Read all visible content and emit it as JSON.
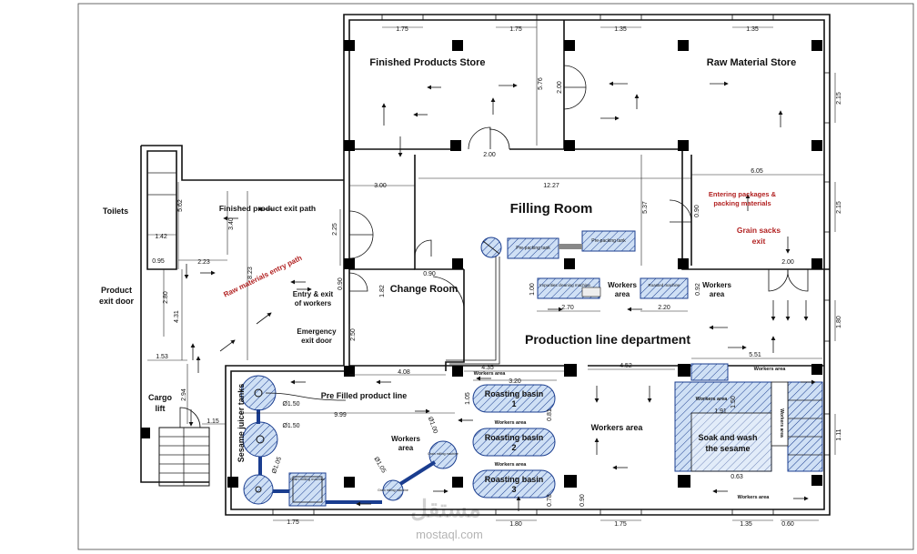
{
  "rooms": {
    "finished_store": "Finished Products Store",
    "raw_store": "Raw Material Store",
    "filling_room": "Filling Room",
    "change_room": "Change Room",
    "production": "Production line department",
    "toilets": "Toilets",
    "product_exit_door": [
      "Product",
      "exit door"
    ],
    "cargo_lift": [
      "Cargo",
      "lift"
    ],
    "sesame_tanks": "Sesame juicer tanks",
    "soak_wash": [
      "Soak and wash",
      "the sesame"
    ]
  },
  "paths": {
    "finished_exit": "Finished product exit path",
    "raw_entry": "Raw materials entry path",
    "entering_packages": [
      "Entering packages &",
      "packing materials"
    ],
    "grain_exit": [
      "Grain sacks",
      "exit"
    ],
    "entry_exit_workers": [
      "Entry & exit",
      "of workers"
    ],
    "emergency_exit": [
      "Emergency",
      "exit door"
    ],
    "prefilled_line": "Pre Filled product line"
  },
  "areas": {
    "workers_area": [
      "Workers",
      "area"
    ],
    "workers_area_small": "Workers area",
    "roasting": [
      "Roasting basin",
      "1",
      "Roasting basin",
      "2",
      "Roasting basin",
      "3"
    ],
    "impurities": "Impurities cleaning machine",
    "roasted": "Roasted machine",
    "pre_packing": "Pre-packing tank",
    "pre_packing_b": "Pre-packing tank",
    "grain_milling": "Grain milling machine",
    "grain_milling_b": "Grain milling machine",
    "grain_b": "Grain milling machine"
  },
  "dims": {
    "d175a": "1.75",
    "d175b": "1.75",
    "d135a": "1.35",
    "d135b": "1.35",
    "d576": "5.76",
    "d200a": "2.00",
    "d200b": "2.00",
    "d215a": "2.15",
    "d215b": "2.15",
    "d1227": "12.27",
    "d605": "6.05",
    "d300": "3.00",
    "d537": "5.37",
    "d090a": "0.90",
    "d225": "2.25",
    "d142": "1.42",
    "d562": "5.62",
    "d095": "0.95",
    "d223": "2.23",
    "d340": "3.40",
    "d823": "8.23",
    "d090b": "0.90",
    "d090c": "0.90",
    "d182": "1.82",
    "d200c": "2.00",
    "d100": "1.00",
    "d270": "2.70",
    "d092": "0.92",
    "d220": "2.20",
    "d180a": "1.80",
    "d280": "2.80",
    "d431": "4.31",
    "d153": "1.53",
    "d250": "2.50",
    "d551": "5.51",
    "d435": "4.35",
    "d408": "4.08",
    "d320": "3.20",
    "d452": "4.52",
    "d294": "2.94",
    "d115": "1.15",
    "d999": "9.99",
    "d105a": "1.05",
    "d150a": "Ø1.50",
    "d150b": "Ø1.50",
    "d105b": "Ø1.05",
    "d105c": "Ø1.05",
    "d100b": "Ø1.00",
    "d081": "0.81",
    "d191": "1.91",
    "d150c": "1.50",
    "d111": "1.11",
    "d063": "0.63",
    "d078": "0.78",
    "d090d": "0.90",
    "d175c": "1.75",
    "d180b": "1.80",
    "d175d": "1.75",
    "d135c": "1.35",
    "d060": "0.60"
  },
  "watermark": {
    "brand": "مستقل",
    "site": "mostaql.com"
  }
}
